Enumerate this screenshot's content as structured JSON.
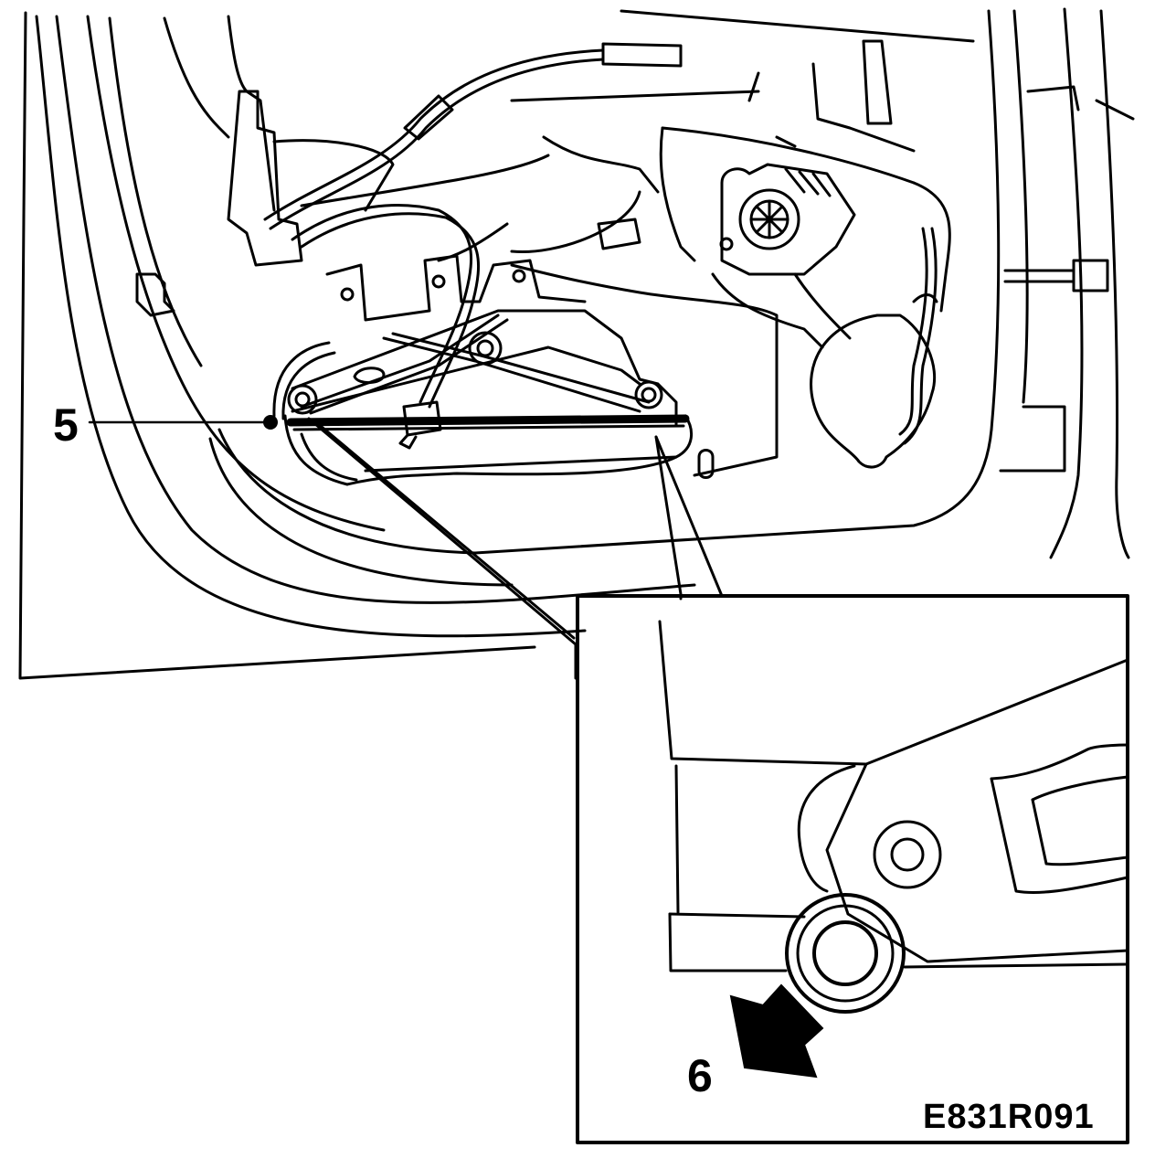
{
  "callouts": {
    "item_5": "5",
    "item_6": "6"
  },
  "figure_id": "E831R091",
  "colors": {
    "line": "#000000",
    "background": "#ffffff"
  },
  "icons": {
    "arrow": "direction-arrow-icon",
    "motor": "motor-icon"
  }
}
